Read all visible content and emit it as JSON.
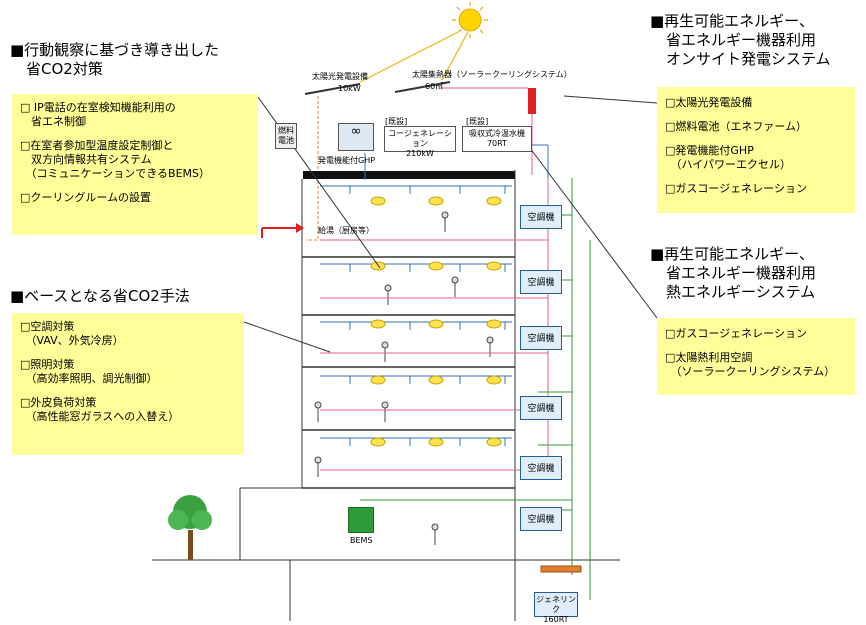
{
  "left": {
    "section1": {
      "heading": [
        "■行動観察に基づき導き出した",
        "省CO2対策"
      ],
      "items": [
        [
          "□ IP電話の在室検知機能利用の",
          "　省エネ制御"
        ],
        [
          "□在室者参加型温度設定制御と",
          "　双方向情報共有システム",
          "　（コミュニケーションできるBEMS）"
        ],
        [
          "□クーリングルームの設置"
        ]
      ]
    },
    "section2": {
      "heading": "■ベースとなる省CO2手法",
      "items": [
        [
          "□空調対策",
          "　（VAV、外気冷房）"
        ],
        [
          "□照明対策",
          "　（高効率照明、調光制御）"
        ],
        [
          "□外皮負荷対策",
          "　（高性能窓ガラスへの入替え）"
        ]
      ]
    }
  },
  "right": {
    "section1": {
      "heading": [
        "■再生可能エネルギー、",
        "省エネルギー機器利用",
        "オンサイト発電システム"
      ],
      "items": [
        [
          "□太陽光発電設備"
        ],
        [
          "□燃料電池（エネファーム）"
        ],
        [
          "□発電機能付GHP",
          "　（ハイパワーエクセル）"
        ],
        [
          "□ガスコージェネレーション"
        ]
      ]
    },
    "section2": {
      "heading": [
        "■再生可能エネルギー、",
        "省エネルギー機器利用",
        "熱エネルギーシステム"
      ],
      "items": [
        [
          "□ガスコージェネレーション"
        ],
        [
          "□太陽熱利用空調",
          "　（ソーラークーリングシステム）"
        ]
      ]
    }
  },
  "building": {
    "pv_label": [
      "太陽光発電設備",
      "10kW"
    ],
    "collector_label": [
      "太陽集熱器（ソーラークーリングシステム）",
      "60㎡"
    ],
    "fuel_cell": [
      "燃料",
      "電池"
    ],
    "ghp_label": "発電機能付GHP",
    "cogen": {
      "tag": "[既設]",
      "name": "コージェネレーション",
      "cap": "210kW"
    },
    "chiller": {
      "tag": "[既設]",
      "name": "吸収式冷温水機",
      "cap": "70RT"
    },
    "hot_water": "給湯（厨房等）",
    "acu_label": "空調機",
    "bems_label": "BEMS",
    "genelink": [
      "ジェネリンク",
      "160RT"
    ]
  },
  "colors": {
    "box": "#ffff99",
    "arrow_red": "#e02020",
    "pipe_pink": "#e0609a",
    "pipe_green": "#2e9b3a",
    "bems": "#2e9b3a"
  }
}
